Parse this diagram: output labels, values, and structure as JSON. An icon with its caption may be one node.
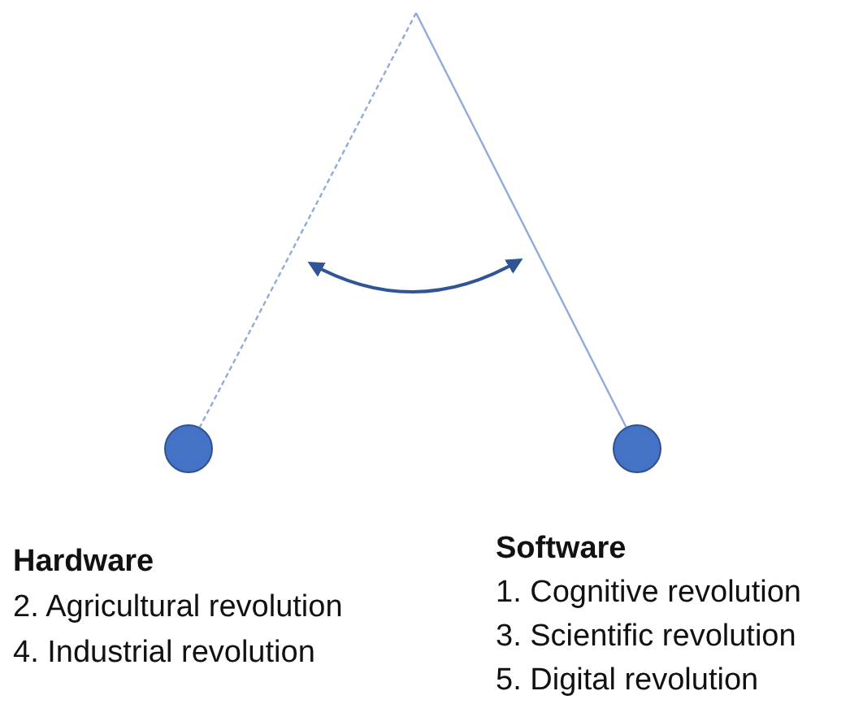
{
  "diagram": {
    "nodes": [
      {
        "text": [],
        "shape": "circle"
      },
      {
        "text": [],
        "shape": "circle"
      }
    ],
    "edges": [
      {
        "from": null,
        "to": 0,
        "arrow": "none",
        "style": "dashed"
      },
      {
        "from": null,
        "to": 1,
        "arrow": "none"
      }
    ],
    "labels": [
      "Hardware",
      "2. Agricultural revolution",
      "4. Industrial revolution",
      "Software",
      "1. Cognitive revolution",
      "3. Scientific revolution",
      "5. Digital revolution"
    ]
  }
}
